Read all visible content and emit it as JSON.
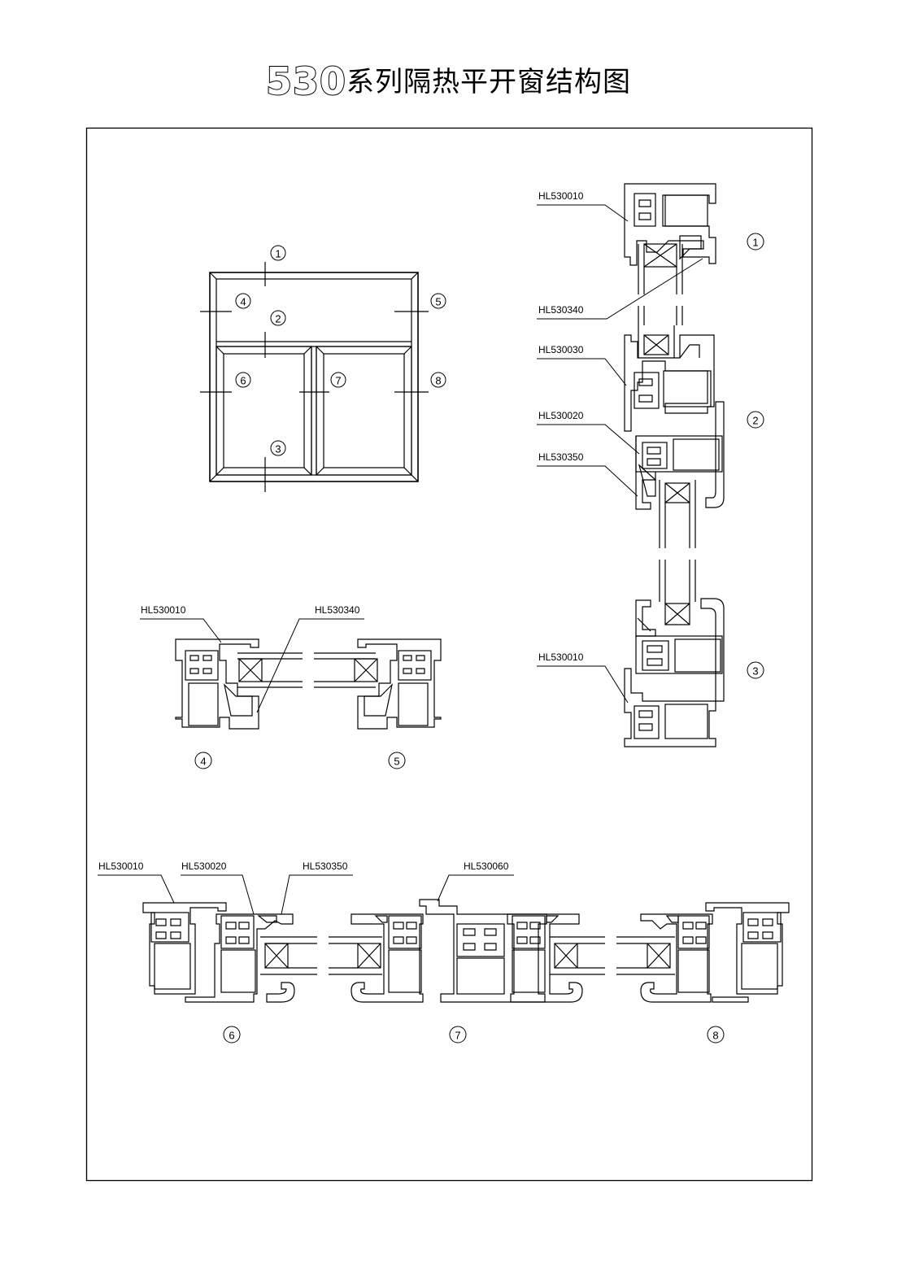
{
  "title": {
    "series": "530",
    "name": "系列隔热平开窗结构图"
  },
  "section_numbers": [
    "1",
    "2",
    "3",
    "4",
    "5",
    "6",
    "7",
    "8"
  ],
  "profile_labels": {
    "vertical_top_frame": "HL530010",
    "vertical_top_bead": "HL530340",
    "vertical_mullion": "HL530030",
    "vertical_sash": "HL530020",
    "vertical_sash_bead": "HL530350",
    "vertical_bottom_frame": "HL530010",
    "mid_left_frame": "HL530010",
    "mid_bead": "HL530340",
    "bottom_frame": "HL530010",
    "bottom_sash": "HL530020",
    "bottom_bead": "HL530350",
    "bottom_mullion": "HL530060"
  }
}
